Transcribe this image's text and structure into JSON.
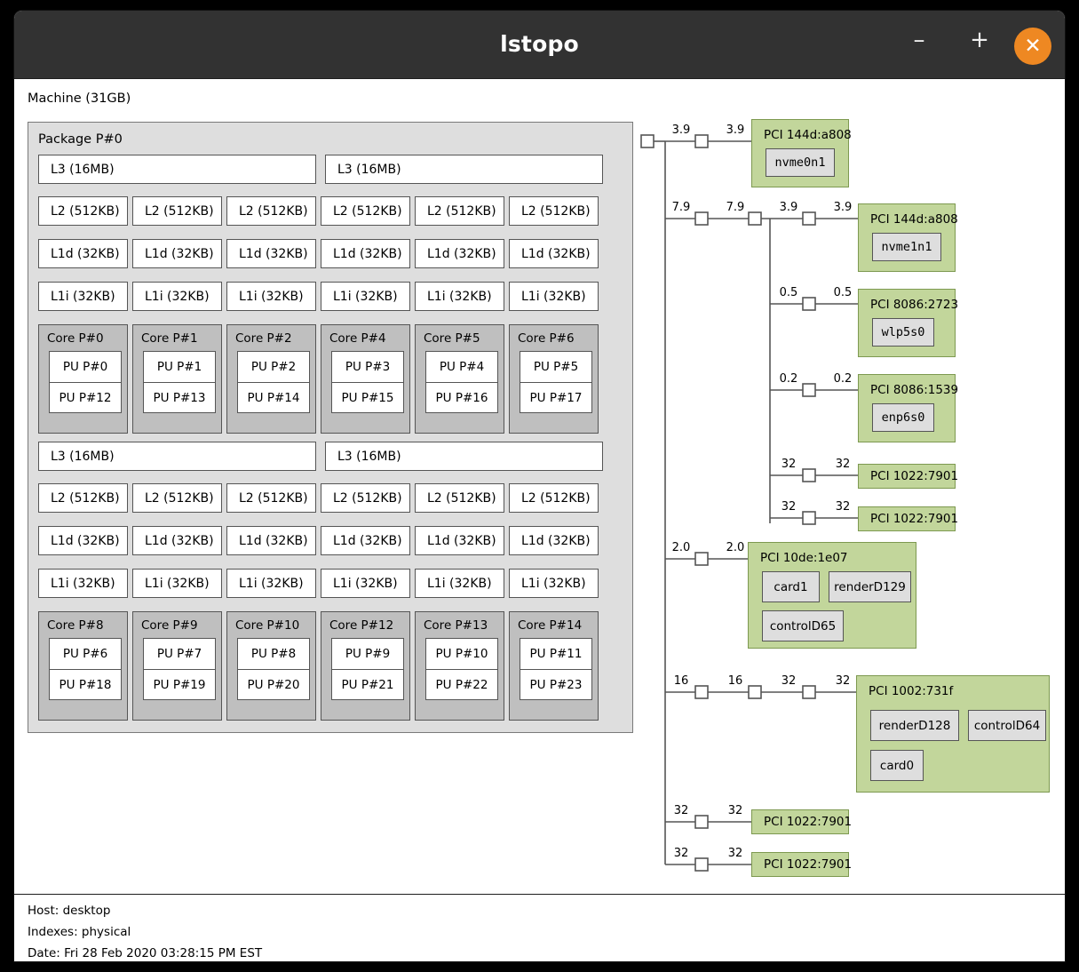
{
  "window": {
    "title": "lstopo",
    "buttons": {
      "minimize": "–",
      "maximize": "+",
      "close": "✕"
    },
    "accent_color": "#ee8822",
    "titlebar_color": "#323232"
  },
  "colors": {
    "package_fill": "#dedede",
    "cache_fill": "#ffffff",
    "core_fill": "#bfbfbf",
    "pu_fill": "#ffffff",
    "pci_fill": "#c2d69b",
    "pci_border": "#7d9950",
    "osdev_fill": "#dedede",
    "line": "#555555"
  },
  "machine": {
    "label": "Machine (31GB)"
  },
  "package": {
    "label": "Package P#0"
  },
  "cache_groups": [
    {
      "l3": [
        "L3 (16MB)",
        "L3 (16MB)"
      ],
      "l2": [
        "L2 (512KB)",
        "L2 (512KB)",
        "L2 (512KB)",
        "L2 (512KB)",
        "L2 (512KB)",
        "L2 (512KB)"
      ],
      "l1d": [
        "L1d (32KB)",
        "L1d (32KB)",
        "L1d (32KB)",
        "L1d (32KB)",
        "L1d (32KB)",
        "L1d (32KB)"
      ],
      "l1i": [
        "L1i (32KB)",
        "L1i (32KB)",
        "L1i (32KB)",
        "L1i (32KB)",
        "L1i (32KB)",
        "L1i (32KB)"
      ],
      "cores": [
        {
          "label": "Core P#0",
          "pus": [
            "PU P#0",
            "PU P#12"
          ]
        },
        {
          "label": "Core P#1",
          "pus": [
            "PU P#1",
            "PU P#13"
          ]
        },
        {
          "label": "Core P#2",
          "pus": [
            "PU P#2",
            "PU P#14"
          ]
        },
        {
          "label": "Core P#4",
          "pus": [
            "PU P#3",
            "PU P#15"
          ]
        },
        {
          "label": "Core P#5",
          "pus": [
            "PU P#4",
            "PU P#16"
          ]
        },
        {
          "label": "Core P#6",
          "pus": [
            "PU P#5",
            "PU P#17"
          ]
        }
      ]
    },
    {
      "l3": [
        "L3 (16MB)",
        "L3 (16MB)"
      ],
      "l2": [
        "L2 (512KB)",
        "L2 (512KB)",
        "L2 (512KB)",
        "L2 (512KB)",
        "L2 (512KB)",
        "L2 (512KB)"
      ],
      "l1d": [
        "L1d (32KB)",
        "L1d (32KB)",
        "L1d (32KB)",
        "L1d (32KB)",
        "L1d (32KB)",
        "L1d (32KB)"
      ],
      "l1i": [
        "L1i (32KB)",
        "L1i (32KB)",
        "L1i (32KB)",
        "L1i (32KB)",
        "L1i (32KB)",
        "L1i (32KB)"
      ],
      "cores": [
        {
          "label": "Core P#8",
          "pus": [
            "PU P#6",
            "PU P#18"
          ]
        },
        {
          "label": "Core P#9",
          "pus": [
            "PU P#7",
            "PU P#19"
          ]
        },
        {
          "label": "Core P#10",
          "pus": [
            "PU P#8",
            "PU P#20"
          ]
        },
        {
          "label": "Core P#12",
          "pus": [
            "PU P#9",
            "PU P#21"
          ]
        },
        {
          "label": "Core P#13",
          "pus": [
            "PU P#10",
            "PU P#22"
          ]
        },
        {
          "label": "Core P#14",
          "pus": [
            "PU P#11",
            "PU P#23"
          ]
        }
      ]
    }
  ],
  "pci": {
    "devices": [
      {
        "id": "pci-144d-a808-0",
        "label": "PCI 144d:a808",
        "osdevs": [
          "nvme0n1"
        ],
        "link_speeds": [
          "3.9",
          "3.9"
        ]
      },
      {
        "id": "pci-144d-a808-1",
        "label": "PCI 144d:a808",
        "osdevs": [
          "nvme1n1"
        ],
        "link_speeds": [
          "3.9",
          "3.9"
        ]
      },
      {
        "id": "pci-8086-2723",
        "label": "PCI 8086:2723",
        "osdevs": [
          "wlp5s0"
        ],
        "link_speeds": [
          "0.5",
          "0.5"
        ]
      },
      {
        "id": "pci-8086-1539",
        "label": "PCI 8086:1539",
        "osdevs": [
          "enp6s0"
        ],
        "link_speeds": [
          "0.2",
          "0.2"
        ]
      },
      {
        "id": "pci-1022-7901-a",
        "label": "PCI 1022:7901",
        "osdevs": [],
        "link_speeds": [
          "32",
          "32"
        ]
      },
      {
        "id": "pci-1022-7901-b",
        "label": "PCI 1022:7901",
        "osdevs": [],
        "link_speeds": [
          "32",
          "32"
        ]
      },
      {
        "id": "pci-10de-1e07",
        "label": "PCI 10de:1e07",
        "osdevs": [
          "card1",
          "renderD129",
          "controlD65"
        ],
        "link_speeds": [
          "2.0",
          "2.0"
        ]
      },
      {
        "id": "pci-1002-731f",
        "label": "PCI 1002:731f",
        "osdevs": [
          "renderD128",
          "controlD64",
          "card0"
        ],
        "link_speeds": [
          "16",
          "16",
          "32",
          "32"
        ]
      },
      {
        "id": "pci-1022-7901-c",
        "label": "PCI 1022:7901",
        "osdevs": [],
        "link_speeds": [
          "32",
          "32"
        ]
      },
      {
        "id": "pci-1022-7901-d",
        "label": "PCI 1022:7901",
        "osdevs": [],
        "link_speeds": [
          "32",
          "32"
        ]
      }
    ],
    "bridge_link_speeds": [
      "7.9",
      "7.9"
    ]
  },
  "footer": {
    "host": "Host: desktop",
    "indexes": "Indexes: physical",
    "date": "Date: Fri 28 Feb 2020 03:28:15 PM EST"
  }
}
